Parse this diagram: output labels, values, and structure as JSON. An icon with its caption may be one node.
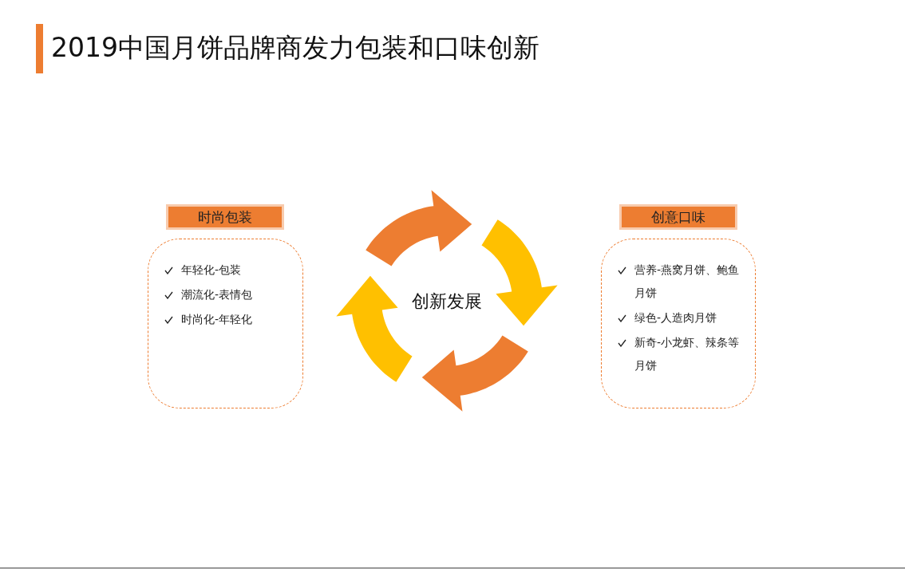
{
  "diagram": {
    "title": "2019中国月饼品牌商发力包装和口味创新",
    "nodes": [
      {
        "text": [
          "时尚包装"
        ]
      },
      {
        "text": [
          "年轻化-包装",
          "潮流化-表情包",
          "时尚化-年轻化"
        ]
      },
      {
        "text": [
          "创新发展"
        ]
      },
      {
        "text": [
          "创意口味"
        ]
      },
      {
        "text": [
          "营养-燕窝月饼、鲍鱼月饼",
          "绿色-人造肉月饼",
          "新奇-小龙虾、辣条等月饼"
        ]
      }
    ]
  }
}
